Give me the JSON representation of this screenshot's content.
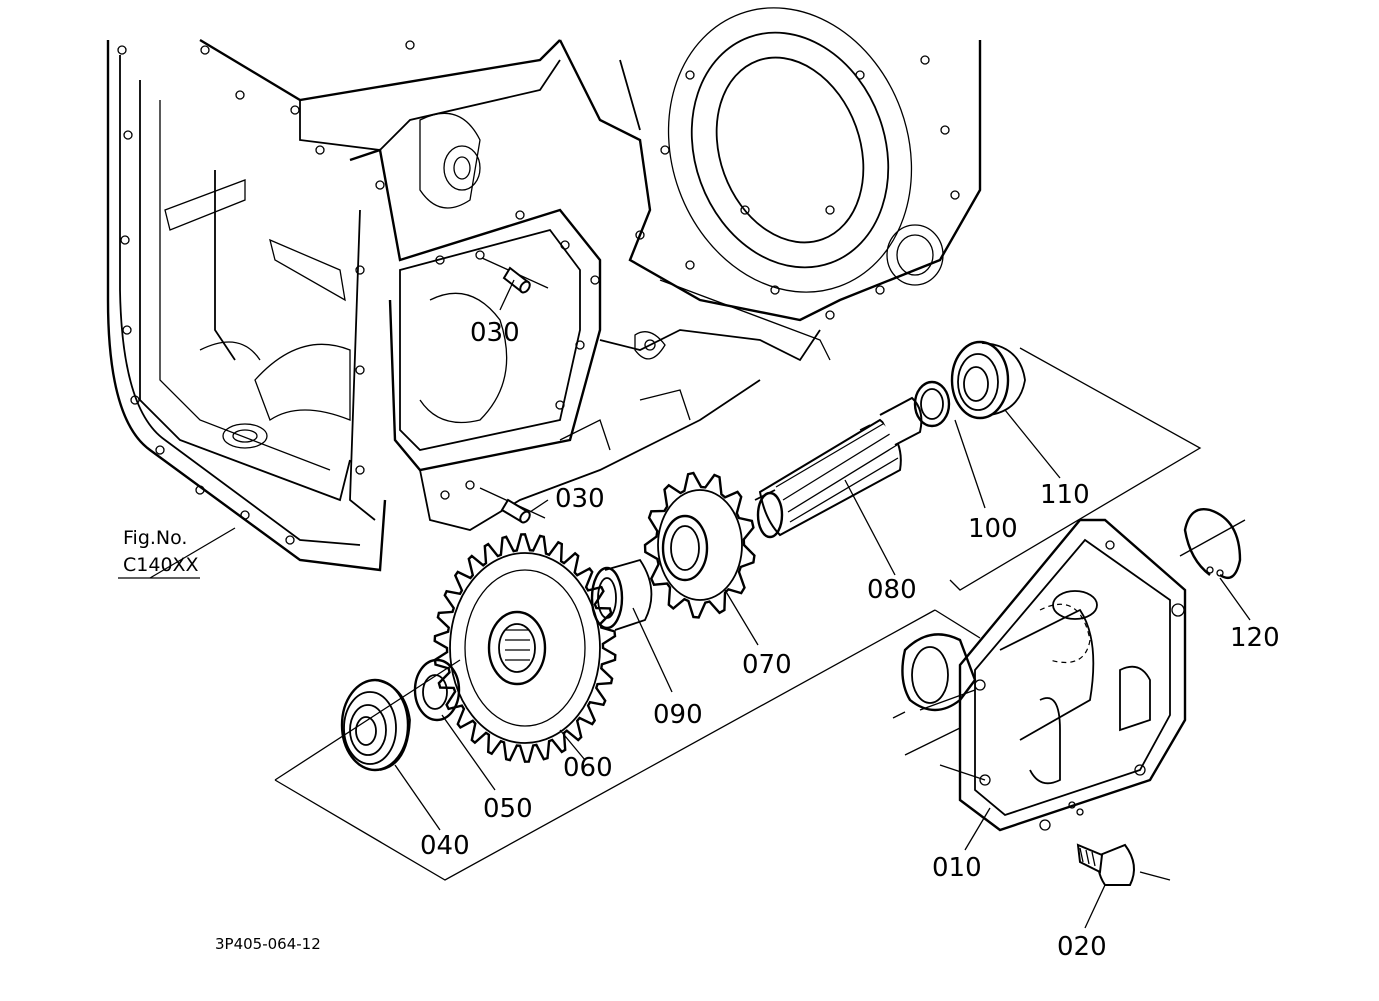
{
  "figure_ref": {
    "line1": "Fig.No.",
    "line2": "C140XX"
  },
  "drawing_code": "3P405-064-12",
  "parts": {
    "p010": "010",
    "p020": "020",
    "p030a": "030",
    "p030b": "030",
    "p040": "040",
    "p050": "050",
    "p060": "060",
    "p070": "070",
    "p080": "080",
    "p090": "090",
    "p100": "100",
    "p110": "110",
    "p120": "120"
  }
}
